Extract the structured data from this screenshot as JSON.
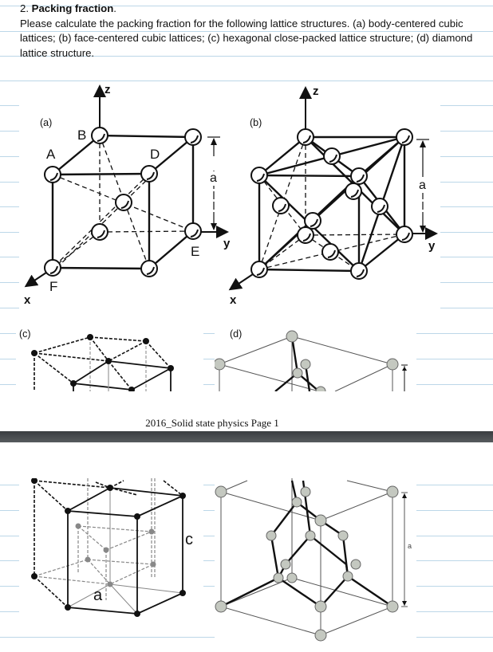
{
  "question": {
    "number": "2.",
    "title": "Packing fraction",
    "title_suffix": ".",
    "prompt": "Please calculate the packing fraction for the following lattice structures. (a) body-centered cubic lattices; (b) face-centered cubic lattices; (c) hexagonal close-packed lattice structure; (d) diamond lattice structure."
  },
  "figures": {
    "a": {
      "label": "(a)",
      "name": "body-centered cubic",
      "point_labels": [
        "A",
        "B",
        "D",
        "E",
        "F"
      ],
      "axes": {
        "x": "x",
        "y": "y",
        "z": "z"
      },
      "dimension": "a"
    },
    "b": {
      "label": "(b)",
      "name": "face-centered cubic",
      "axes": {
        "x": "x",
        "y": "y",
        "z": "z"
      },
      "dimension": "a"
    },
    "c": {
      "label": "(c)",
      "name": "hexagonal close-packed",
      "dimension_a": "a",
      "dimension_c": "c"
    },
    "d": {
      "label": "(d)",
      "name": "diamond",
      "dimension": "a"
    }
  },
  "footer": {
    "page_label": "2016_Solid state physics Page 1"
  },
  "colors": {
    "rule_line": "#bcd7e8",
    "page_break_bar": "#4a4e51",
    "diamond_atom": "#c4c8c0"
  }
}
